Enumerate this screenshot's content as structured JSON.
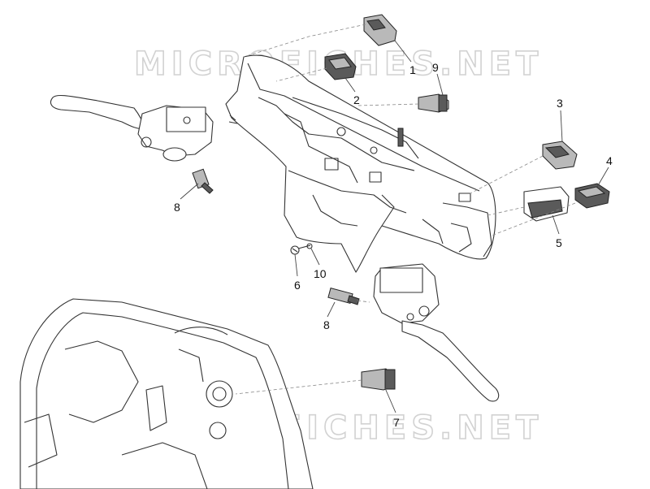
{
  "watermark": "MICROFICHES.NET",
  "callouts": {
    "c1": "1",
    "c2": "2",
    "c3": "3",
    "c4": "4",
    "c5": "5",
    "c6": "6",
    "c7": "7",
    "c8a": "8",
    "c8b": "8",
    "c9": "9",
    "c10": "10"
  }
}
